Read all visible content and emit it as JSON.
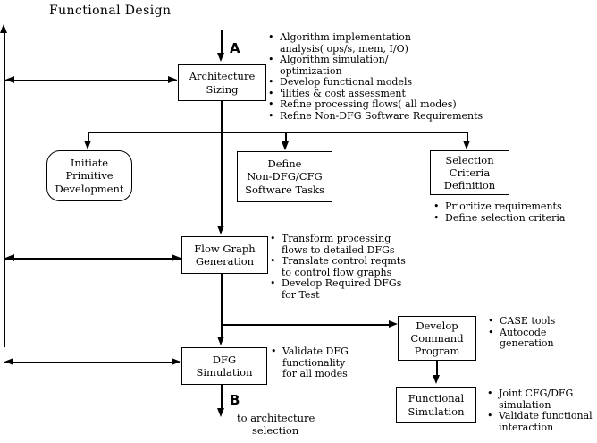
{
  "title": "Functional Design",
  "colors": {
    "ink": "#000000",
    "paper": "#ffffff"
  },
  "markers": {
    "a": "A",
    "b": "B"
  },
  "b_caption": {
    "line1": "to architecture",
    "line2": "selection"
  },
  "boxes": {
    "architecture_sizing": "Architecture\nSizing",
    "initiate_primitive": "Initiate\nPrimitive\nDevelopment",
    "define_non_dfg": "Define\nNon-DFG/CFG\nSoftware Tasks",
    "selection_criteria": "Selection\nCriteria\nDefinition",
    "flow_graph_generation": "Flow Graph\nGeneration",
    "dfg_simulation": "DFG\nSimulation",
    "develop_command_program": "Develop\nCommand\nProgram",
    "functional_simulation": "Functional\nSimulation"
  },
  "bullets": {
    "architecture_sizing": [
      "Algorithm implementation\nanalysis( ops/s, mem, I/O)",
      "Algorithm simulation/\noptimization",
      "Develop functional models",
      "'ilities & cost assessment",
      "Refine processing flows( all modes)",
      "Refine Non-DFG Software Requirements"
    ],
    "selection_criteria": [
      "Prioritize requirements",
      "Define selection criteria"
    ],
    "flow_graph_generation": [
      "Transform processing\nflows to detailed DFGs",
      "Translate control reqmts\nto control flow graphs",
      "Develop Required DFGs\nfor Test"
    ],
    "dfg_simulation": [
      "Validate DFG\nfunctionality\nfor all modes"
    ],
    "develop_command_program": [
      "CASE tools",
      "Autocode\ngeneration"
    ],
    "functional_simulation": [
      "Joint CFG/DFG\nsimulation",
      "Validate functional\ninteraction"
    ]
  }
}
